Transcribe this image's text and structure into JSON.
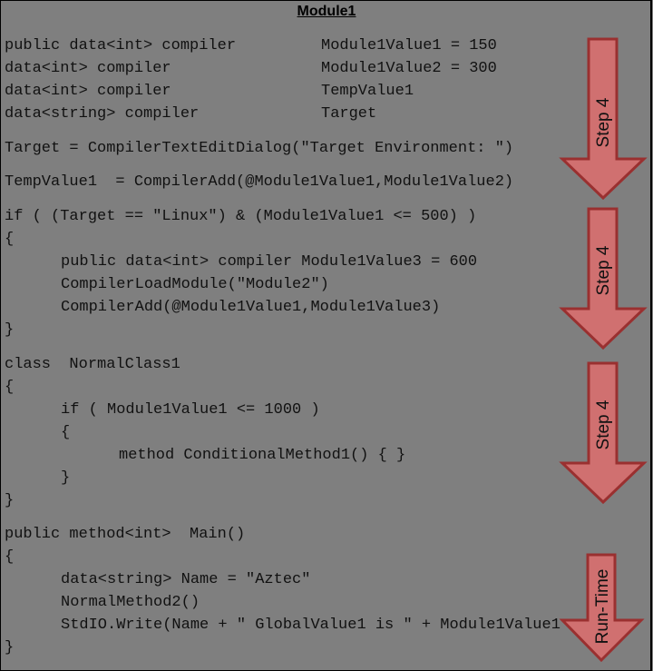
{
  "title": "Module1",
  "lines": [
    {
      "text": "public data<int> compiler",
      "col2": "Module1Value1 = 150"
    },
    {
      "text": "data<int> compiler",
      "col2": "Module1Value2 = 300"
    },
    {
      "text": "data<int> compiler",
      "col2": "TempValue1"
    },
    {
      "text": "data<string> compiler",
      "col2": "Target"
    },
    {
      "text": "Target = CompilerTextEditDialog(\"Target Environment: \")"
    },
    {
      "text": "TempValue1  = CompilerAdd(@Module1Value1,Module1Value2)"
    },
    {
      "text": "if ( (Target == \"Linux\") & (Module1Value1 <= 500) )"
    },
    {
      "text": "{"
    },
    {
      "text": "public data<int> compiler Module1Value3 = 600"
    },
    {
      "text": "CompilerLoadModule(\"Module2\")"
    },
    {
      "text": "CompilerAdd(@Module1Value1,Module1Value3)"
    },
    {
      "text": "}"
    },
    {
      "text": "class  NormalClass1"
    },
    {
      "text": "{"
    },
    {
      "text": "if ( Module1Value1 <= 1000 )"
    },
    {
      "text": "{"
    },
    {
      "text": "method ConditionalMethod1() { }"
    },
    {
      "text": "}"
    },
    {
      "text": "}"
    },
    {
      "text": "public method<int>  Main()"
    },
    {
      "text": "{"
    },
    {
      "text": "data<string> Name = \"Aztec\""
    },
    {
      "text": "NormalMethod2()"
    },
    {
      "text": "StdIO.Write(Name + \" GlobalValue1 is \" + Module1Value1"
    },
    {
      "text": "}"
    }
  ],
  "arrows": [
    {
      "label": "Step 4"
    },
    {
      "label": "Step 4"
    },
    {
      "label": "Step 4"
    },
    {
      "label": "Run-Time"
    }
  ],
  "colors": {
    "background": "#7f7f7f",
    "arrow_fill": "#d07070",
    "arrow_stroke": "#9a3030"
  }
}
